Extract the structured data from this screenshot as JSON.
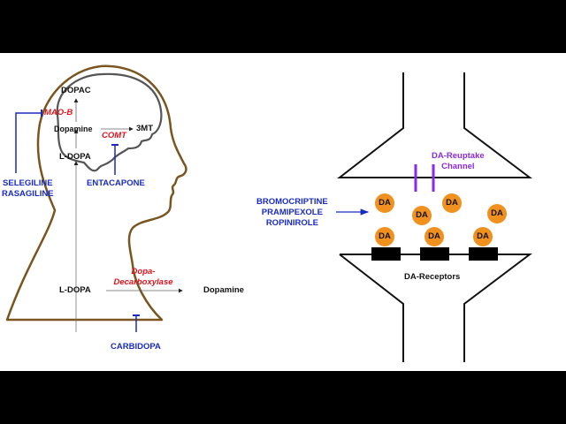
{
  "colors": {
    "head": "#7a5520",
    "brain": "#555555",
    "drug": "#1a2bc0",
    "enzyme": "#e0141e",
    "channel": "#8a2be2",
    "vesicle": "#f0901e"
  },
  "brain_pathway": {
    "dopac": "DOPAC",
    "mao_b": "MAO-B",
    "dopamine": "Dopamine",
    "three_mt": "3MT",
    "comt": "COMT",
    "l_dopa_brain": "L-DOPA"
  },
  "periphery": {
    "l_dopa": "L-DOPA",
    "enzyme_line1": "Dopa-",
    "enzyme_line2": "Decarboxylase",
    "dopamine": "Dopamine"
  },
  "drugs": {
    "mao_inhibitors": [
      "SELEGILINE",
      "RASAGILINE"
    ],
    "comt_inhibitor": "ENTACAPONE",
    "ddc_inhibitor": "CARBIDOPA",
    "agonists": [
      "BROMOCRIPTINE",
      "PRAMIPEXOLE",
      "ROPINIROLE"
    ]
  },
  "synapse": {
    "reuptake_line1": "DA-Reuptake",
    "reuptake_line2": "Channel",
    "receptors_label": "DA-Receptors",
    "vesicle_label": "DA",
    "vesicle_count": 7,
    "receptor_count": 3
  }
}
